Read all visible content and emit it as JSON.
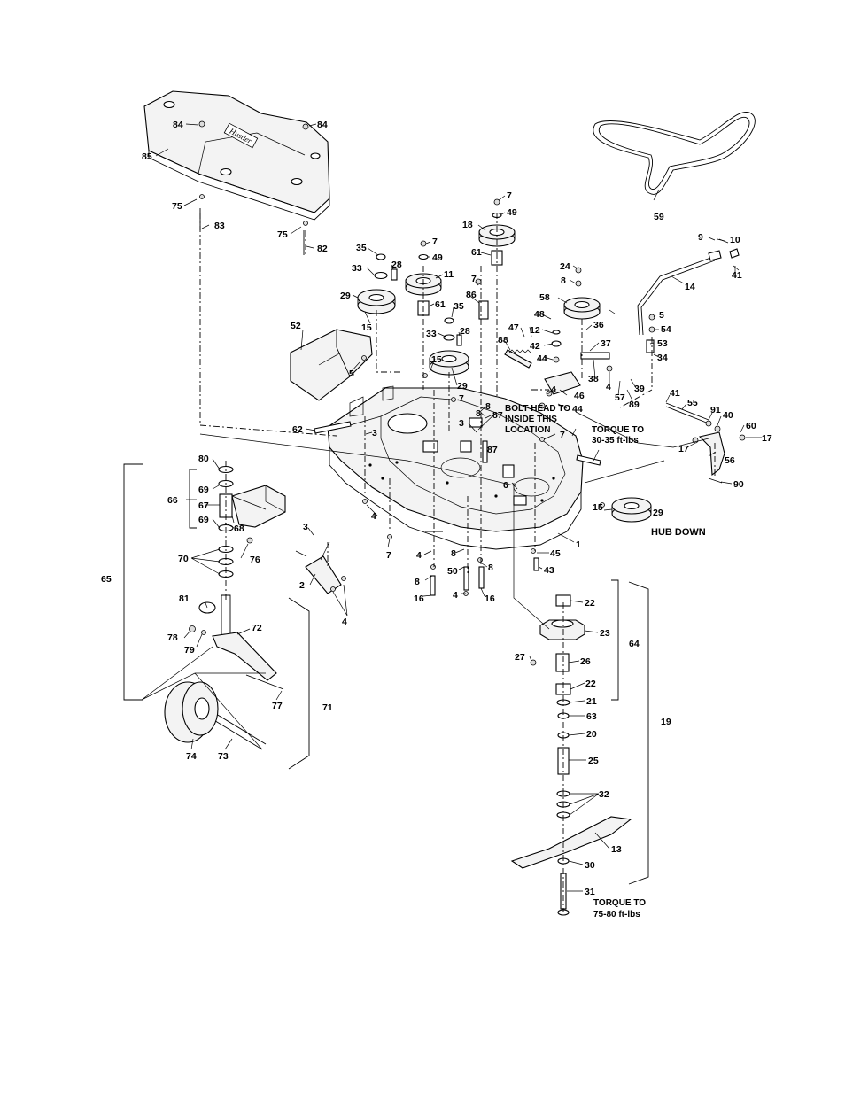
{
  "callouts": [
    "84",
    "84",
    "85",
    "75",
    "75",
    "83",
    "82",
    "7",
    "49",
    "18",
    "61",
    "7",
    "49",
    "11",
    "35",
    "28",
    "33",
    "29",
    "15",
    "61",
    "86",
    "7",
    "35",
    "28",
    "33",
    "88",
    "47",
    "15",
    "29",
    "52",
    "5",
    "62",
    "3",
    "7",
    "8",
    "87",
    "3",
    "8",
    "87",
    "7",
    "24",
    "8",
    "58",
    "48",
    "12",
    "42",
    "44",
    "4",
    "46",
    "44",
    "36",
    "37",
    "38",
    "4",
    "57",
    "39",
    "89",
    "9",
    "10",
    "41",
    "14",
    "5",
    "54",
    "53",
    "34",
    "41",
    "55",
    "91",
    "40",
    "60",
    "17",
    "17",
    "56",
    "90",
    "59",
    "80",
    "69",
    "66",
    "67",
    "68",
    "69",
    "70",
    "76",
    "3",
    "2",
    "4",
    "4",
    "7",
    "4",
    "8",
    "16",
    "50",
    "8",
    "4",
    "16",
    "8",
    "45",
    "43",
    "6",
    "1",
    "15",
    "29",
    "65",
    "81",
    "78",
    "79",
    "72",
    "77",
    "71",
    "74",
    "73",
    "22",
    "23",
    "64",
    "27",
    "26",
    "22",
    "21",
    "63",
    "20",
    "19",
    "25",
    "32",
    "13",
    "30",
    "31"
  ],
  "notes": {
    "bolt_head": [
      "BOLT HEAD TO",
      "INSIDE THIS",
      "LOCATION"
    ],
    "torque_top": [
      "TORQUE TO",
      "30-35 ft-lbs"
    ],
    "hub_down": "HUB DOWN",
    "torque_bottom": [
      "TORQUE TO",
      "75-80 ft-lbs"
    ]
  },
  "logo_text": "Hustler"
}
